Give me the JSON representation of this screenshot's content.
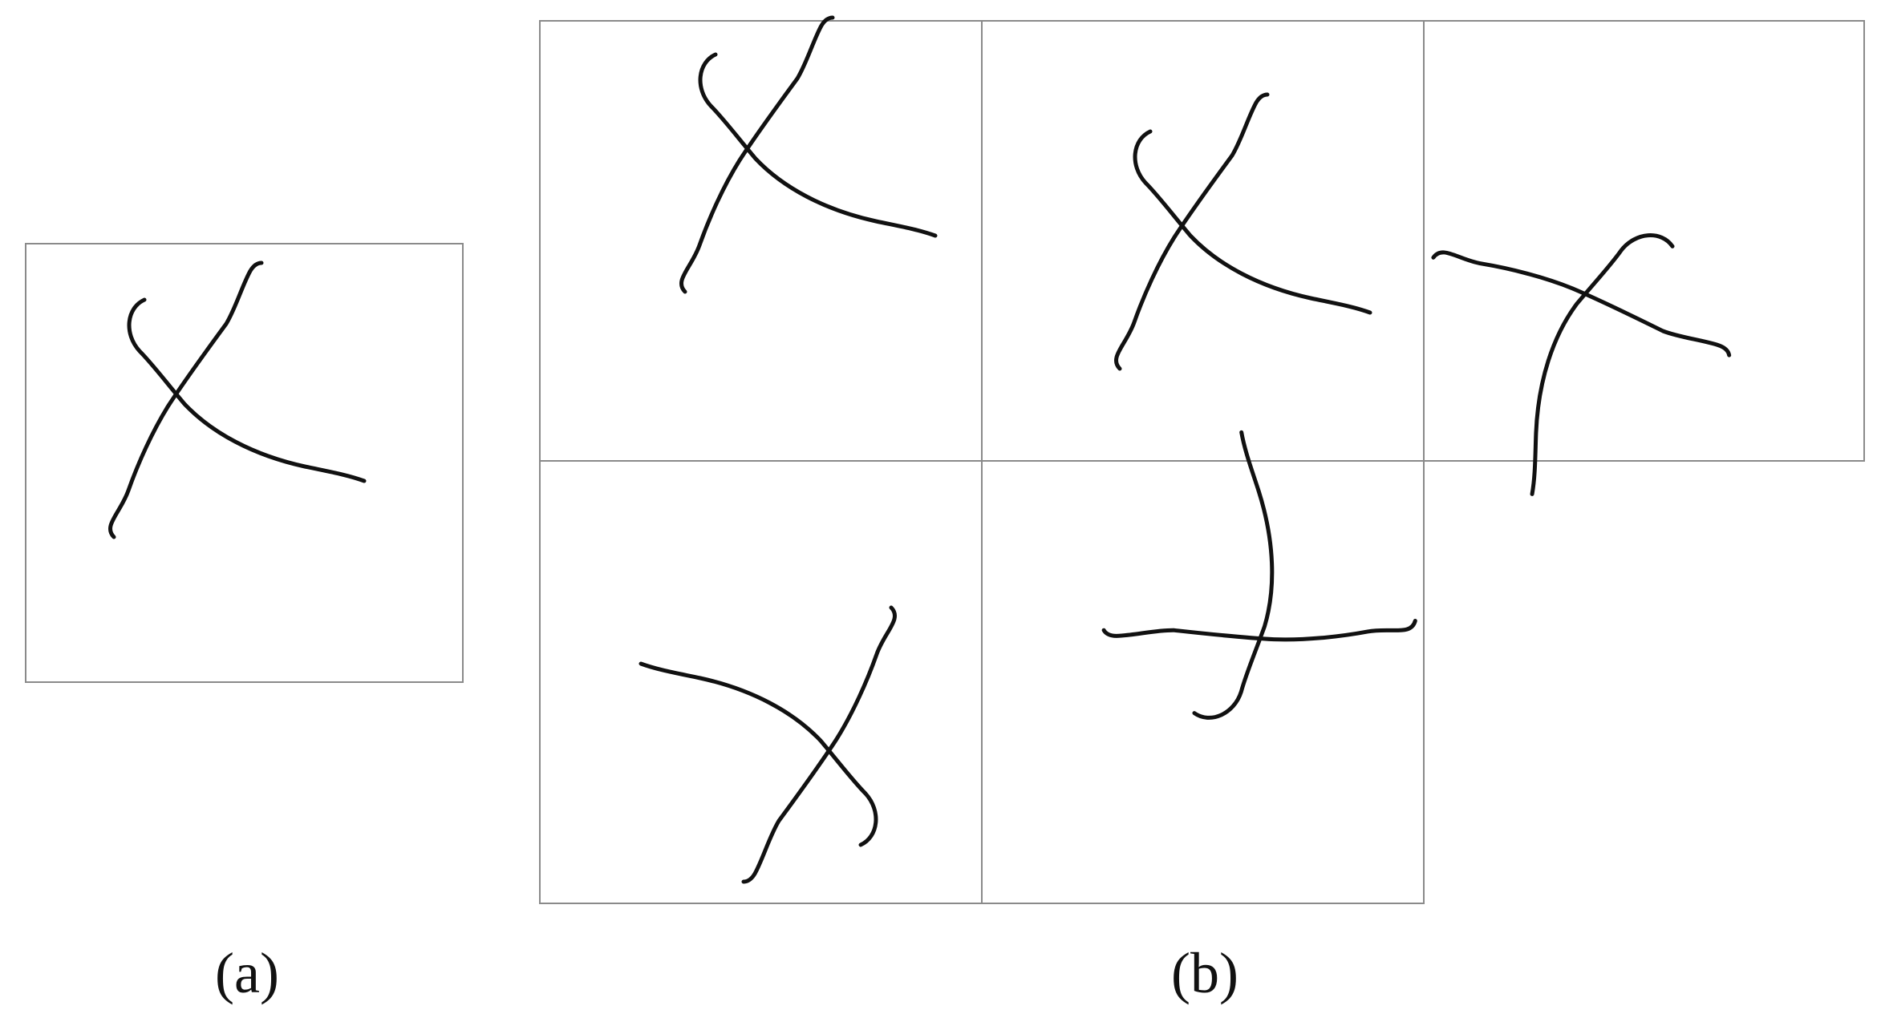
{
  "captions": {
    "a": "(a)",
    "b": "(b)"
  },
  "colors": {
    "stroke": "#111111",
    "border": "#8a8a8a",
    "background": "#ffffff"
  },
  "panels": [
    {
      "id": "original",
      "group": "a",
      "rotation_deg": 0
    },
    {
      "id": "variant-1",
      "group": "b",
      "rotation_deg": 0
    },
    {
      "id": "variant-2",
      "group": "b",
      "rotation_deg": 0
    },
    {
      "id": "variant-3",
      "group": "b",
      "rotation_deg": 80
    },
    {
      "id": "variant-4",
      "group": "b",
      "rotation_deg": 180
    },
    {
      "id": "variant-5",
      "group": "b",
      "rotation_deg": 240
    }
  ]
}
